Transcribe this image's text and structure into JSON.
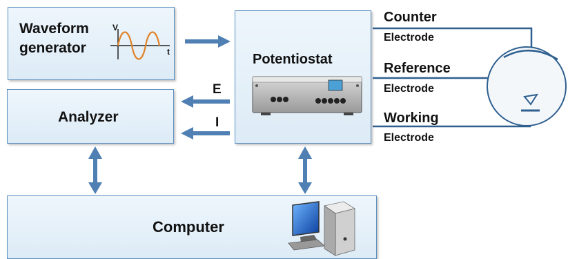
{
  "waveform_box": {
    "line1": "Waveform",
    "line2": "generator",
    "axis_v": "V",
    "axis_t": "t"
  },
  "potentiostat": {
    "title": "Potentiostat"
  },
  "analyzer": {
    "title": "Analyzer"
  },
  "computer": {
    "title": "Computer"
  },
  "signals": {
    "e": "E",
    "i": "I"
  },
  "electrodes": {
    "counter": {
      "name": "Counter",
      "kind": "Electrode"
    },
    "reference": {
      "name": "Reference",
      "kind": "Electrode"
    },
    "working": {
      "name": "Working",
      "kind": "Electrode"
    }
  },
  "colors": {
    "box_border": "#5b8fbf",
    "arrow": "#4f7fb3",
    "wire": "#2e5f8f",
    "waveform": "#e0842a"
  },
  "icons": [
    "waveform-icon",
    "potentiostat-device-icon",
    "computer-icon",
    "electrochemical-cell-icon"
  ]
}
